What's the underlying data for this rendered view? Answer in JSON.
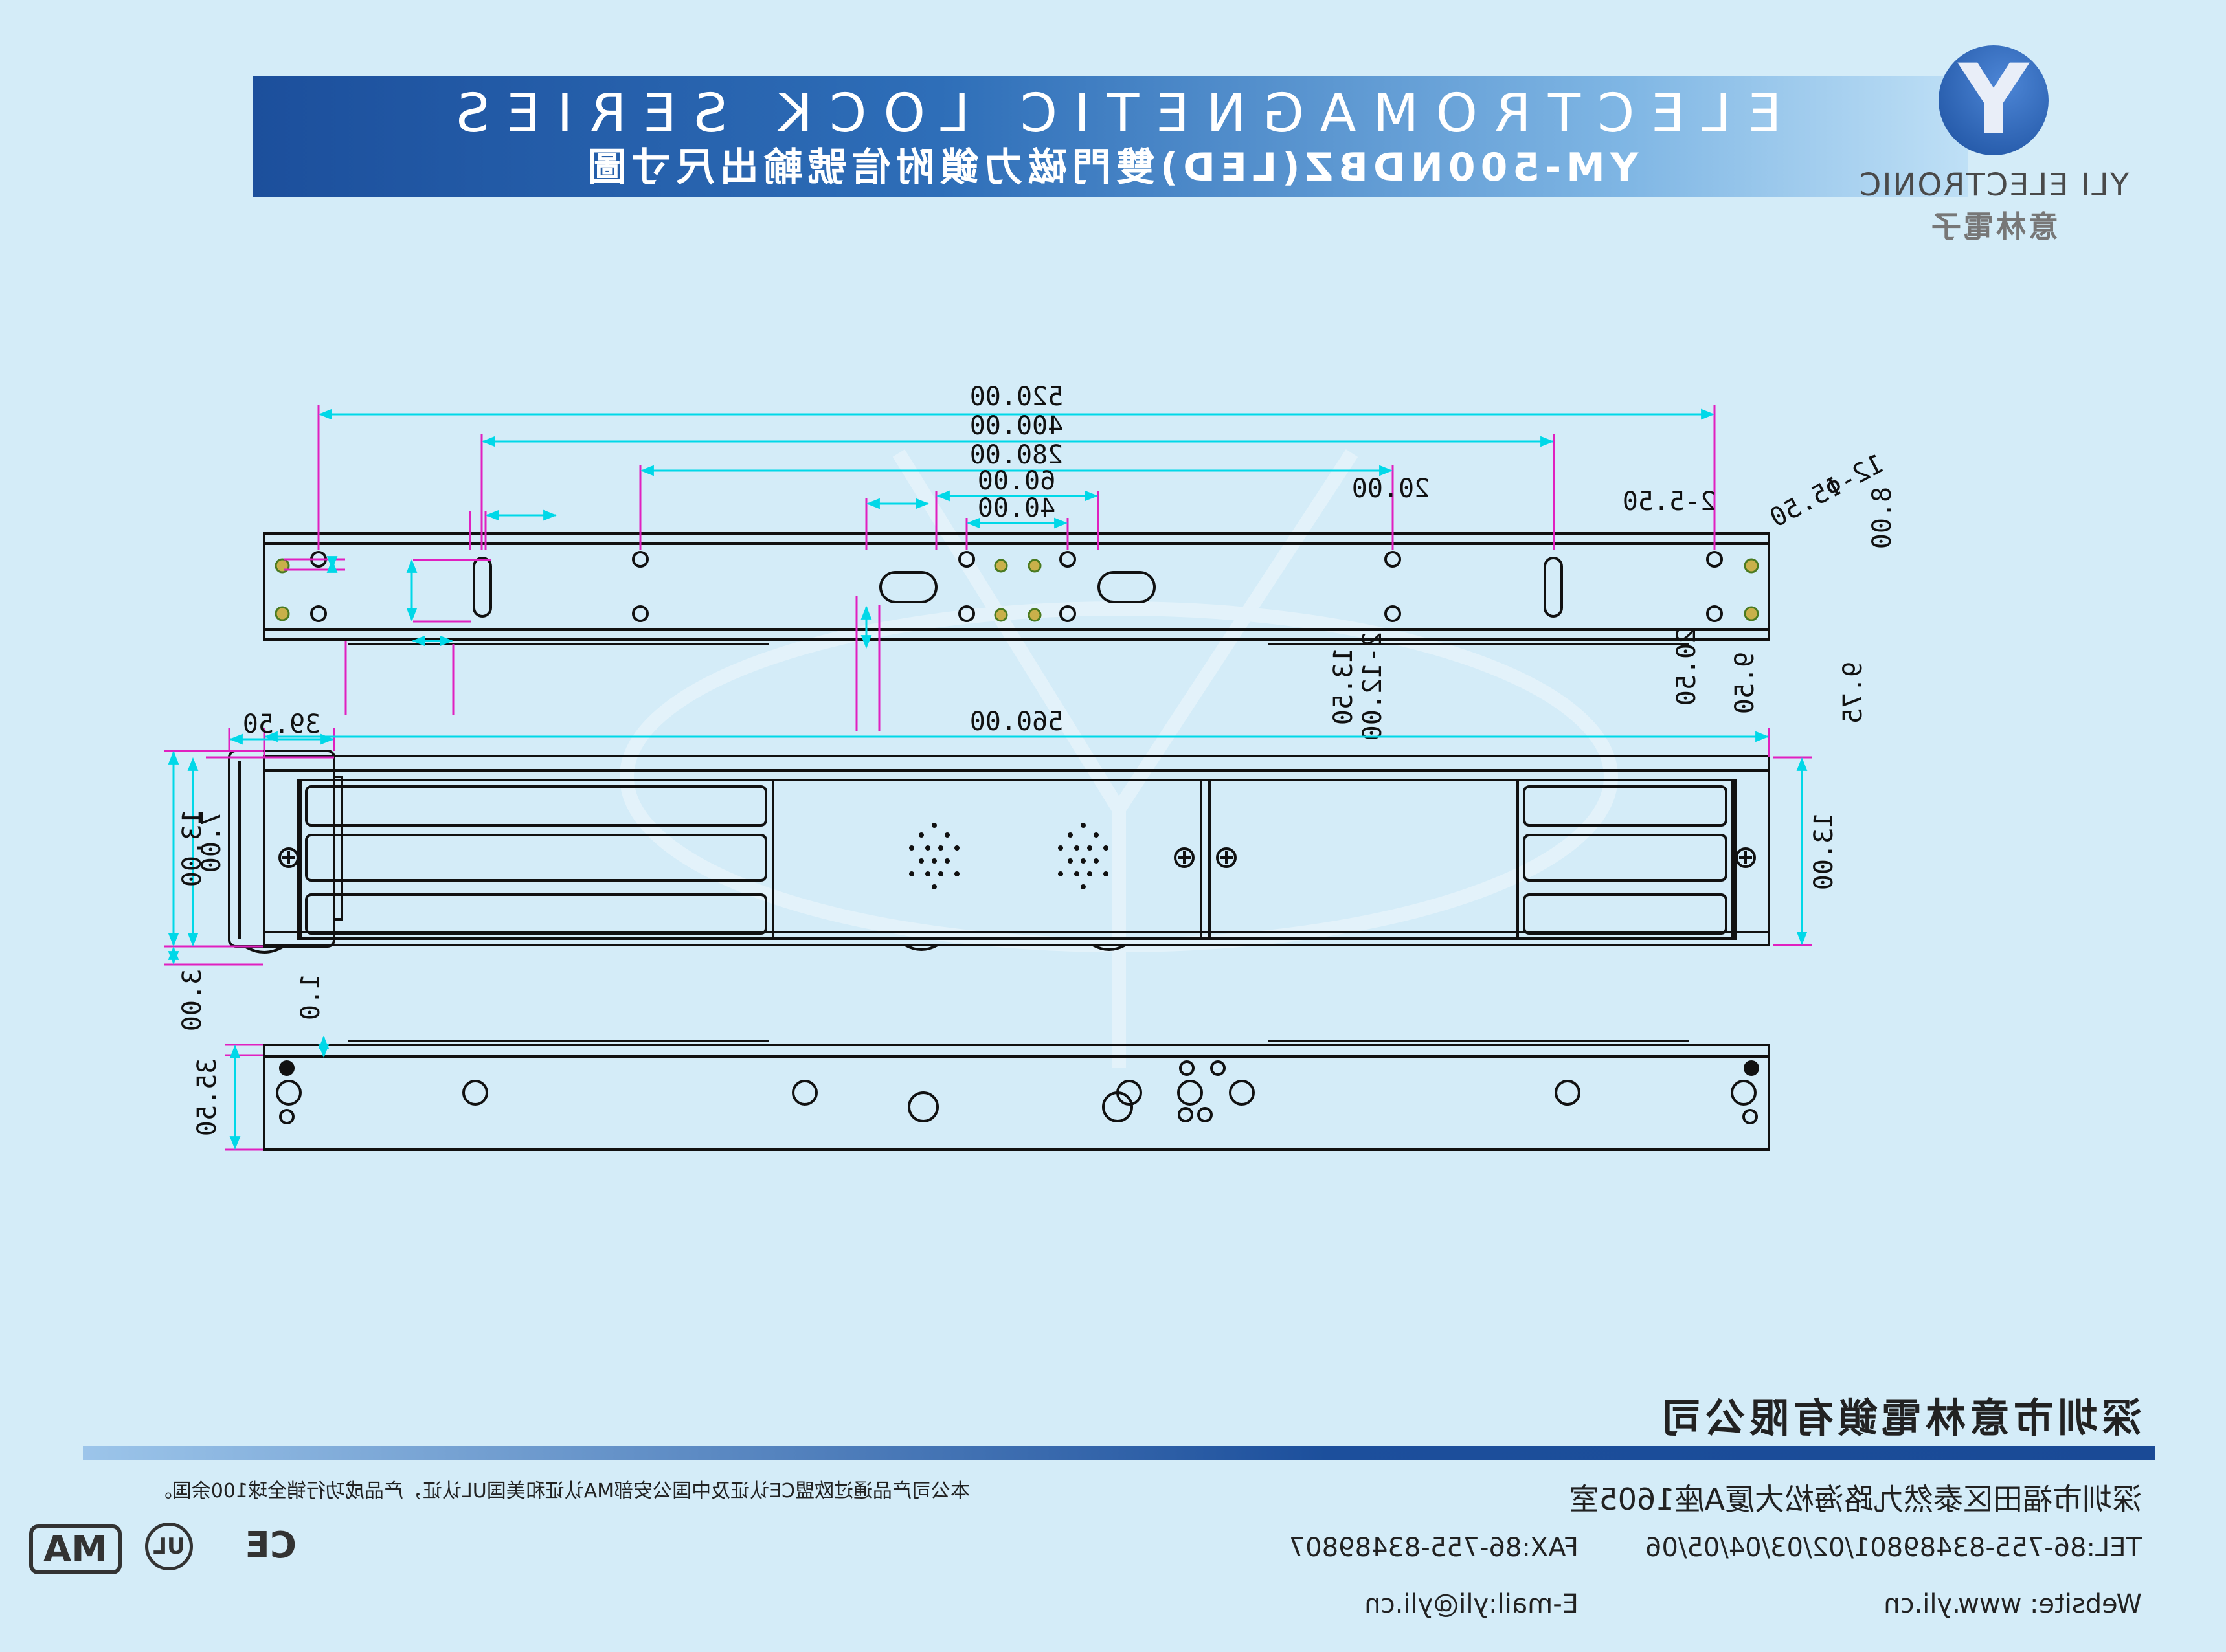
{
  "header": {
    "series_title": "ELECTROMAGNETIC LOCK SERIES",
    "model_title": "YM-500NDBZ(LED)雙門磁力鎖附信號輸出尺寸圖"
  },
  "logo": {
    "symbol": "Y",
    "brand_en": "YLI ELECTRONIC",
    "brand_cn": "意林電子"
  },
  "dimensions": {
    "d520": "520.00",
    "d400": "400.00",
    "d280": "280.00",
    "d60": "60.00",
    "d40": "40.00",
    "d20": "20.00",
    "slot": "2-5.50",
    "holes": "12-Φ5.50",
    "d8": "8.00",
    "d13_50": "13.50",
    "d2_12": "2-12.00",
    "d9_50": "9.50",
    "d20_50": "20.50",
    "d9_75": "9.75",
    "d560": "560.00",
    "d39_50": "39.50",
    "d13_left": "13.00",
    "d7": "7.00",
    "d3": "3.00",
    "d13_right": "13.00",
    "d1": "1.0",
    "d35_50": "35.50"
  },
  "footer": {
    "company": "深圳市意林電鎖有限公司",
    "address": "深圳市福田区泰然九路海松大厦A座1605室",
    "tel": "TEL:86-755-83489801/02/03/04/05/06",
    "fax": "FAX:86-755-83489807",
    "website": "Website: www.yli.cn",
    "email": "E-mail:yli@yli.cn",
    "cert_note": "本公司产品通过欧盟CE认证及中国公安部MA认证和美国UL认证，产品成功行销全球100余国。",
    "cert_ma": "MA",
    "cert_ul": "UL",
    "cert_ce": "CE"
  },
  "colors": {
    "background": "#d4ecf8",
    "banner_dark": "#1c4f9c",
    "dimension_cyan": "#00d8e8",
    "extension_magenta": "#e020c0",
    "outline": "#111111"
  }
}
